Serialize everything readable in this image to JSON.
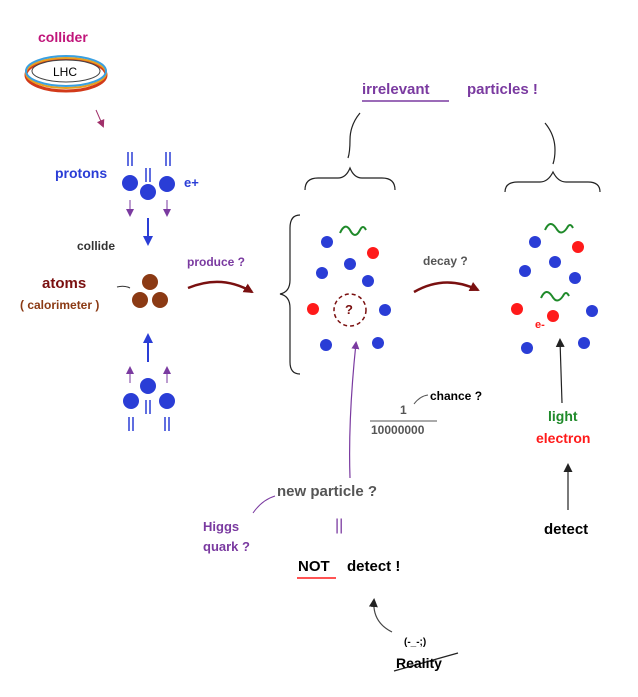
{
  "labels": {
    "collider": "collider",
    "lhc": "LHC",
    "protons": "protons",
    "e_plus": "e+",
    "collide": "collide",
    "atoms": "atoms",
    "calorimeter": "( calorimeter )",
    "produce": "produce ?",
    "irrelevant": "irrelevant",
    "particles": "particles  !",
    "decay": "decay ?",
    "question_mark": "?",
    "e_minus": "e-",
    "fraction_numerator": "1",
    "fraction_denominator": "10000000",
    "chance": "chance ?",
    "light": "light",
    "electron": "electron",
    "new_particle": "new  particle  ?",
    "higgs": "Higgs",
    "quark": "quark  ?",
    "parallel": "||",
    "not_word": "NOT",
    "detect_rest": "detect  !",
    "detect": "detect",
    "face": "(-_-;)",
    "reality": "Reality"
  },
  "colors": {
    "magenta": "#c0157a",
    "blue": "#2a3dd6",
    "purple": "#7a3aa0",
    "brown": "#8b3a14",
    "dark_red": "#7a1010",
    "red": "#ff1a1a",
    "green": "#1f8a2a",
    "gray": "#555555",
    "black": "#000000"
  }
}
